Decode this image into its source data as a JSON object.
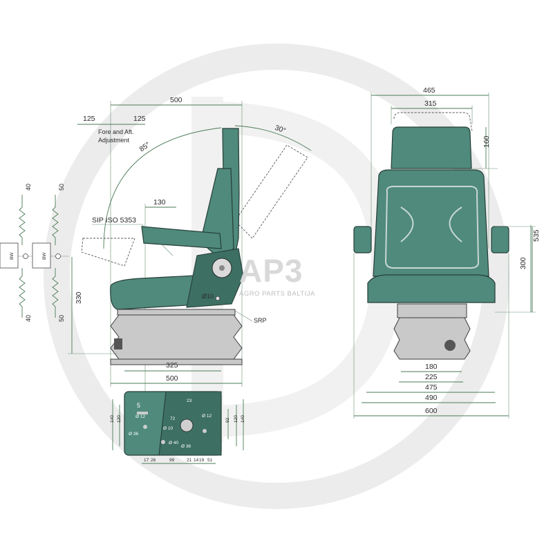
{
  "brand": {
    "main": "AP3",
    "sub": "AGRO PARTS BALTIJA"
  },
  "side_view": {
    "overall_length_top": "500",
    "fore_aft_left": "125",
    "fore_aft_right": "125",
    "fore_aft_label_1": "Fore and Aft.",
    "fore_aft_label_2": "Adjustment",
    "back_angle": "85°",
    "recline_angle": "30°",
    "armrest_length": "130",
    "sip_label": "SIP ISO 5353",
    "height": "330",
    "pivot": "Ø10",
    "srp_label": "SRP",
    "base_width": "325",
    "overall_length_bottom": "500"
  },
  "suspension": {
    "left_top": "40",
    "left_bottom": "40",
    "right_top": "50",
    "right_bottom": "50"
  },
  "front_view": {
    "width_total": "465",
    "headrest_width": "315",
    "headrest_height": "160",
    "total_height": "535",
    "seat_height": "300",
    "d180": "180",
    "d225": "225",
    "d475": "475",
    "d490": "490",
    "d600": "600"
  },
  "base_plate": {
    "left_140": "140",
    "left_120": "120",
    "right_92": "92",
    "right_120": "120",
    "right_140": "140",
    "n5": "5",
    "n23": "23",
    "b17": "17",
    "b26": "26",
    "b99": "99",
    "b21": "21",
    "b14": "14",
    "b19": "19",
    "b51": "51",
    "h1": "Ø 12",
    "h2": "Ø 36",
    "h3": "Ø 10",
    "h4": "Ø 40",
    "h5": "Ø 36",
    "h6": "72",
    "h7": "Ø 12"
  }
}
